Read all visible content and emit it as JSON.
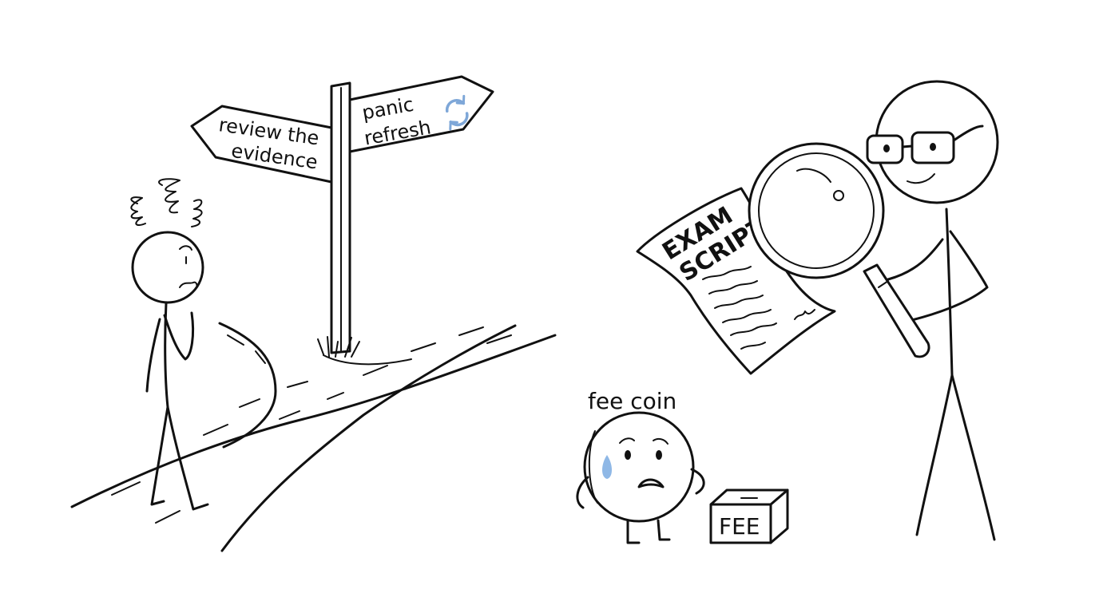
{
  "signpost": {
    "left_sign_line1": "review the",
    "left_sign_line2": "evidence",
    "right_sign_line1": "panic",
    "right_sign_line2": "refresh"
  },
  "coin": {
    "label": "fee coin"
  },
  "fee_box": {
    "label": "FEE"
  },
  "exam_script": {
    "line1": "EXAM",
    "line2": "SCRIPT"
  },
  "colors": {
    "ink": "#111111",
    "refresh_icon": "#7ea7d8",
    "sweat_drop": "#8fb8e6"
  },
  "icons": {
    "refresh": "refresh-icon",
    "magnifier": "magnifying-glass-icon",
    "sweat_drop": "sweat-drop-icon"
  }
}
